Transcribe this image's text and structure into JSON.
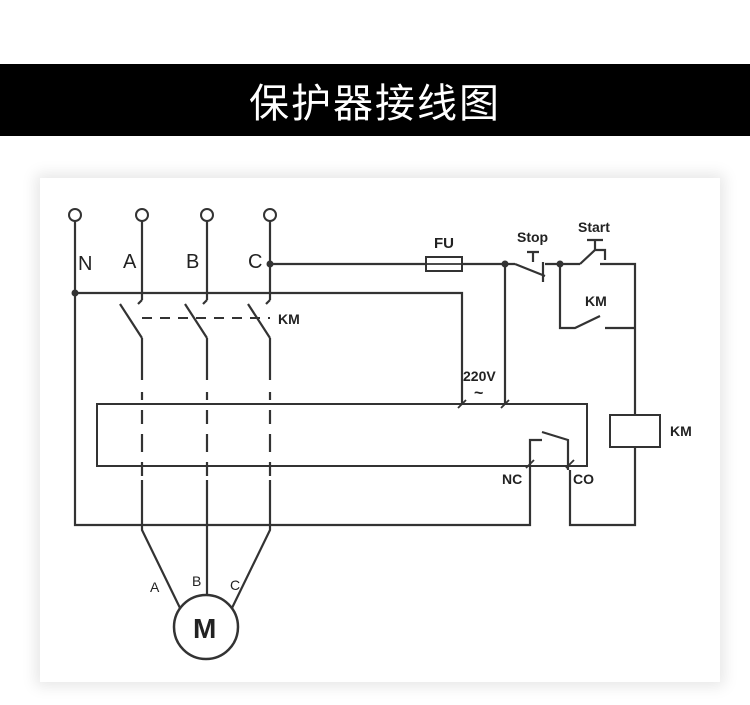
{
  "title": "保护器接线图",
  "labels": {
    "terminal_n": "N",
    "terminal_a": "A",
    "terminal_b": "B",
    "terminal_c": "C",
    "fuse": "FU",
    "stop": "Stop",
    "start": "Start",
    "km_aux": "KM",
    "km_main": "KM",
    "km_coil": "KM",
    "voltage": "220V",
    "ac_symbol": "~",
    "nc": "NC",
    "co": "CO",
    "motor_a": "A",
    "motor_b": "B",
    "motor_c": "C",
    "motor": "M"
  },
  "colors": {
    "title_bg": "#000000",
    "title_fg": "#ffffff",
    "line": "#333333"
  }
}
